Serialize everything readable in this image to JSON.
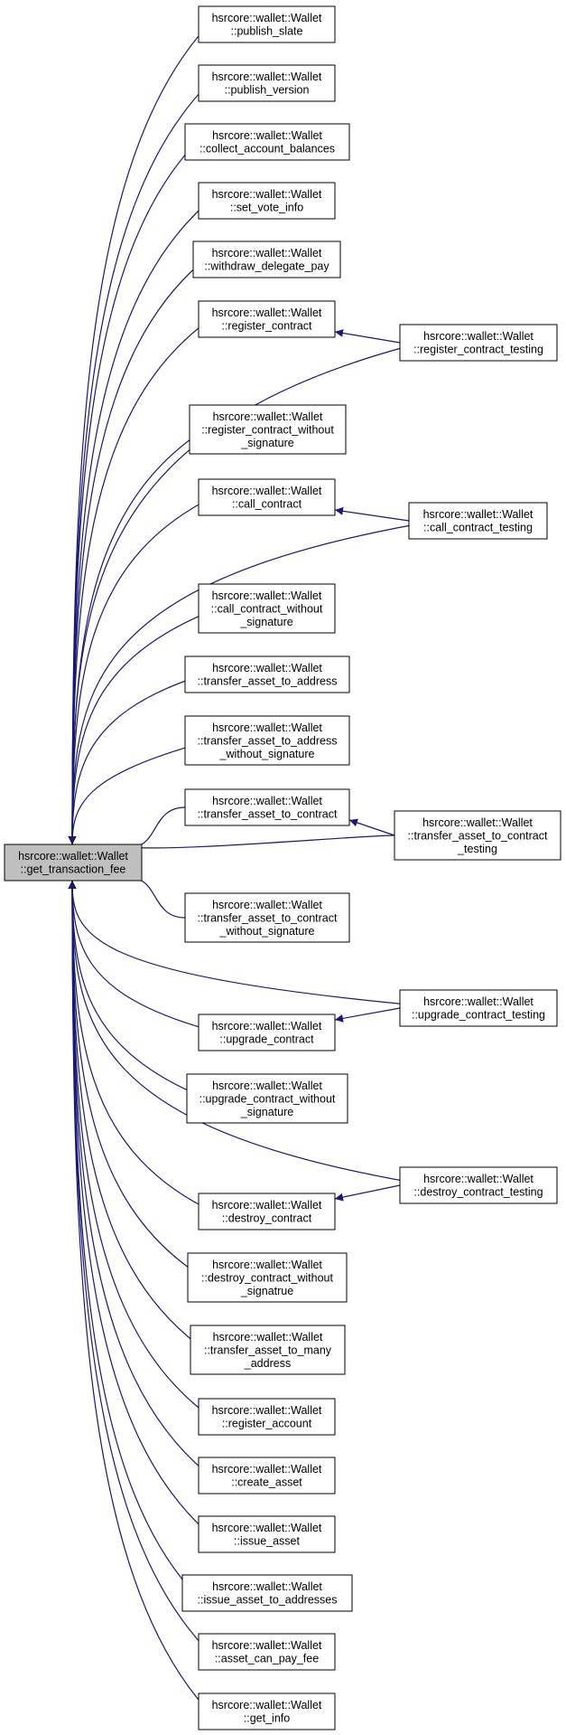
{
  "root": {
    "label": [
      "hsrcore::wallet::Wallet",
      "::get_transaction_fee"
    ]
  },
  "callers": [
    {
      "id": "publish_slate",
      "label": [
        "hsrcore::wallet::Wallet",
        "::publish_slate"
      ]
    },
    {
      "id": "publish_version",
      "label": [
        "hsrcore::wallet::Wallet",
        "::publish_version"
      ]
    },
    {
      "id": "collect_account_balances",
      "label": [
        "hsrcore::wallet::Wallet",
        "::collect_account_balances"
      ]
    },
    {
      "id": "set_vote_info",
      "label": [
        "hsrcore::wallet::Wallet",
        "::set_vote_info"
      ]
    },
    {
      "id": "withdraw_delegate_pay",
      "label": [
        "hsrcore::wallet::Wallet",
        "::withdraw_delegate_pay"
      ]
    },
    {
      "id": "register_contract",
      "label": [
        "hsrcore::wallet::Wallet",
        "::register_contract"
      ]
    },
    {
      "id": "register_contract_without_signature",
      "label": [
        "hsrcore::wallet::Wallet",
        "::register_contract_without",
        "_signature"
      ]
    },
    {
      "id": "call_contract",
      "label": [
        "hsrcore::wallet::Wallet",
        "::call_contract"
      ]
    },
    {
      "id": "call_contract_without_signature",
      "label": [
        "hsrcore::wallet::Wallet",
        "::call_contract_without",
        "_signature"
      ]
    },
    {
      "id": "transfer_asset_to_address",
      "label": [
        "hsrcore::wallet::Wallet",
        "::transfer_asset_to_address"
      ]
    },
    {
      "id": "transfer_asset_to_address_without_signature",
      "label": [
        "hsrcore::wallet::Wallet",
        "::transfer_asset_to_address",
        "_without_signature"
      ]
    },
    {
      "id": "transfer_asset_to_contract",
      "label": [
        "hsrcore::wallet::Wallet",
        "::transfer_asset_to_contract"
      ]
    },
    {
      "id": "transfer_asset_to_contract_without_signature",
      "label": [
        "hsrcore::wallet::Wallet",
        "::transfer_asset_to_contract",
        "_without_signature"
      ]
    },
    {
      "id": "upgrade_contract",
      "label": [
        "hsrcore::wallet::Wallet",
        "::upgrade_contract"
      ]
    },
    {
      "id": "upgrade_contract_without_signature",
      "label": [
        "hsrcore::wallet::Wallet",
        "::upgrade_contract_without",
        "_signature"
      ]
    },
    {
      "id": "destroy_contract",
      "label": [
        "hsrcore::wallet::Wallet",
        "::destroy_contract"
      ]
    },
    {
      "id": "destroy_contract_without_signatrue",
      "label": [
        "hsrcore::wallet::Wallet",
        "::destroy_contract_without",
        "_signatrue"
      ]
    },
    {
      "id": "transfer_asset_to_many_address",
      "label": [
        "hsrcore::wallet::Wallet",
        "::transfer_asset_to_many",
        "_address"
      ]
    },
    {
      "id": "register_account",
      "label": [
        "hsrcore::wallet::Wallet",
        "::register_account"
      ]
    },
    {
      "id": "create_asset",
      "label": [
        "hsrcore::wallet::Wallet",
        "::create_asset"
      ]
    },
    {
      "id": "issue_asset",
      "label": [
        "hsrcore::wallet::Wallet",
        "::issue_asset"
      ]
    },
    {
      "id": "issue_asset_to_addresses",
      "label": [
        "hsrcore::wallet::Wallet",
        "::issue_asset_to_addresses"
      ]
    },
    {
      "id": "asset_can_pay_fee",
      "label": [
        "hsrcore::wallet::Wallet",
        "::asset_can_pay_fee"
      ]
    },
    {
      "id": "get_info",
      "label": [
        "hsrcore::wallet::Wallet",
        "::get_info"
      ]
    },
    {
      "id": "register_contract_testing",
      "label": [
        "hsrcore::wallet::Wallet",
        "::register_contract_testing"
      ]
    },
    {
      "id": "call_contract_testing",
      "label": [
        "hsrcore::wallet::Wallet",
        "::call_contract_testing"
      ]
    },
    {
      "id": "transfer_asset_to_contract_testing",
      "label": [
        "hsrcore::wallet::Wallet",
        "::transfer_asset_to_contract",
        "_testing"
      ]
    },
    {
      "id": "upgrade_contract_testing",
      "label": [
        "hsrcore::wallet::Wallet",
        "::upgrade_contract_testing"
      ]
    },
    {
      "id": "destroy_contract_testing",
      "label": [
        "hsrcore::wallet::Wallet",
        "::destroy_contract_testing"
      ]
    }
  ],
  "edges": [
    {
      "from": "publish_slate",
      "to": "root"
    },
    {
      "from": "publish_version",
      "to": "root"
    },
    {
      "from": "collect_account_balances",
      "to": "root"
    },
    {
      "from": "set_vote_info",
      "to": "root"
    },
    {
      "from": "withdraw_delegate_pay",
      "to": "root"
    },
    {
      "from": "register_contract",
      "to": "root"
    },
    {
      "from": "register_contract_without_signature",
      "to": "root"
    },
    {
      "from": "call_contract",
      "to": "root"
    },
    {
      "from": "call_contract_without_signature",
      "to": "root"
    },
    {
      "from": "transfer_asset_to_address",
      "to": "root"
    },
    {
      "from": "transfer_asset_to_address_without_signature",
      "to": "root"
    },
    {
      "from": "transfer_asset_to_contract",
      "to": "root"
    },
    {
      "from": "transfer_asset_to_contract_without_signature",
      "to": "root"
    },
    {
      "from": "upgrade_contract",
      "to": "root"
    },
    {
      "from": "upgrade_contract_without_signature",
      "to": "root"
    },
    {
      "from": "destroy_contract",
      "to": "root"
    },
    {
      "from": "destroy_contract_without_signatrue",
      "to": "root"
    },
    {
      "from": "transfer_asset_to_many_address",
      "to": "root"
    },
    {
      "from": "register_account",
      "to": "root"
    },
    {
      "from": "create_asset",
      "to": "root"
    },
    {
      "from": "issue_asset",
      "to": "root"
    },
    {
      "from": "issue_asset_to_addresses",
      "to": "root"
    },
    {
      "from": "asset_can_pay_fee",
      "to": "root"
    },
    {
      "from": "get_info",
      "to": "root"
    },
    {
      "from": "register_contract_testing",
      "to": "register_contract"
    },
    {
      "from": "register_contract_testing",
      "to": "root"
    },
    {
      "from": "call_contract_testing",
      "to": "call_contract"
    },
    {
      "from": "call_contract_testing",
      "to": "root"
    },
    {
      "from": "transfer_asset_to_contract_testing",
      "to": "transfer_asset_to_contract"
    },
    {
      "from": "transfer_asset_to_contract_testing",
      "to": "root"
    },
    {
      "from": "upgrade_contract_testing",
      "to": "upgrade_contract"
    },
    {
      "from": "upgrade_contract_testing",
      "to": "root"
    },
    {
      "from": "destroy_contract_testing",
      "to": "destroy_contract"
    },
    {
      "from": "destroy_contract_testing",
      "to": "root"
    }
  ],
  "colors": {
    "edge": "#191970",
    "root_fill": "#bfbfbf",
    "node_fill": "#ffffff",
    "border": "#000000"
  }
}
